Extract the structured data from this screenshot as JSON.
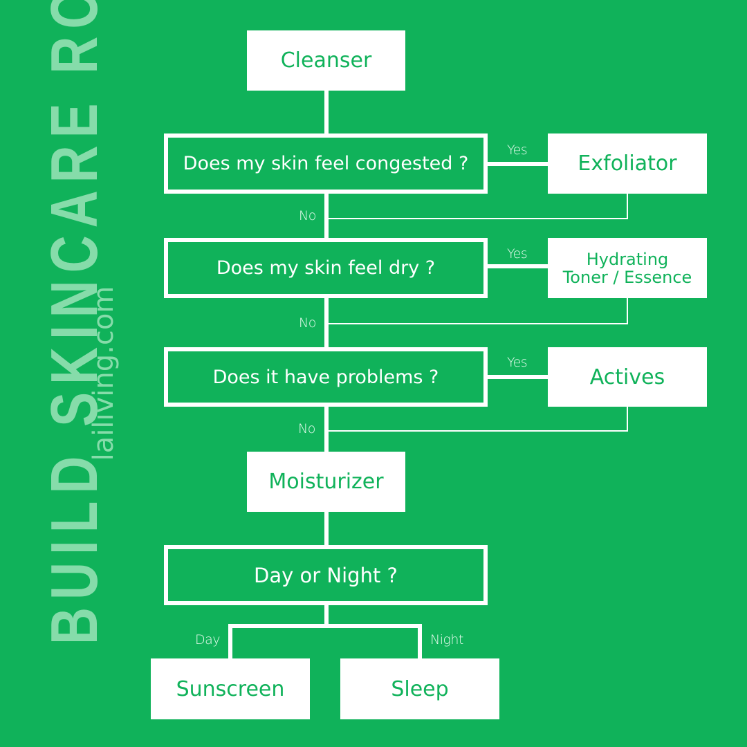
{
  "title": "BUILD SKINCARE ROUTINE",
  "website": "lailiving.com",
  "colors": {
    "background": "#10B25A",
    "title_text": "#86DCAA",
    "box_fill": "#FFFFFF",
    "box_text": "#10B25A",
    "line": "#FFFFFF"
  },
  "flow": {
    "start": "Cleanser",
    "questions": [
      {
        "text": "Does my skin feel congested ?",
        "yes_label": "Yes",
        "yes_result": "Exfoliator",
        "no_label": "No"
      },
      {
        "text": "Does my skin feel dry ?",
        "yes_label": "Yes",
        "yes_result_line1": "Hydrating",
        "yes_result_line2": "Toner / Essence",
        "no_label": "No"
      },
      {
        "text": "Does it have problems ?",
        "yes_label": "Yes",
        "yes_result": "Actives",
        "no_label": "No"
      }
    ],
    "moisturizer": "Moisturizer",
    "final_question": "Day or Night ?",
    "day_label": "Day",
    "night_label": "Night",
    "day_result": "Sunscreen",
    "night_result": "Sleep"
  }
}
